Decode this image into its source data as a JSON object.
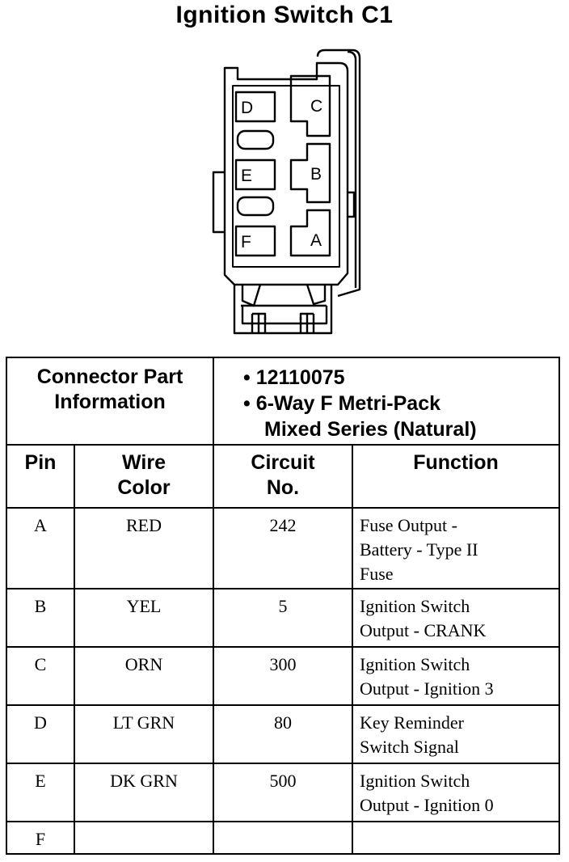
{
  "title": "Ignition Switch C1",
  "connector": {
    "pins": [
      {
        "pin": "D"
      },
      {
        "pin": "C"
      },
      {
        "pin": "E"
      },
      {
        "pin": "B"
      },
      {
        "pin": "F"
      },
      {
        "pin": "A"
      }
    ]
  },
  "table": {
    "part_info_label_1": "Connector Part",
    "part_info_label_2": "Information",
    "part_info": [
      "• 12110075",
      "• 6-Way F Metri-Pack",
      "Mixed Series (Natural)"
    ],
    "headers": {
      "pin": "Pin",
      "wire_color_1": "Wire",
      "wire_color_2": "Color",
      "circuit_1": "Circuit",
      "circuit_2": "No.",
      "function": "Function"
    },
    "rows": [
      {
        "pin": "A",
        "color": "RED",
        "circuit": "242",
        "function": [
          "Fuse Output -",
          "Battery - Type II",
          "Fuse"
        ]
      },
      {
        "pin": "B",
        "color": "YEL",
        "circuit": "5",
        "function": [
          "Ignition Switch",
          "Output - CRANK"
        ]
      },
      {
        "pin": "C",
        "color": "ORN",
        "circuit": "300",
        "function": [
          "Ignition Switch",
          "Output - Ignition 3"
        ]
      },
      {
        "pin": "D",
        "color": "LT GRN",
        "circuit": "80",
        "function": [
          "Key Reminder",
          "Switch Signal"
        ]
      },
      {
        "pin": "E",
        "color": "DK GRN",
        "circuit": "500",
        "function": [
          "Ignition Switch",
          "Output - Ignition 0"
        ]
      },
      {
        "pin": "F",
        "color": "",
        "circuit": "",
        "function": [
          "",
          ""
        ]
      }
    ]
  }
}
